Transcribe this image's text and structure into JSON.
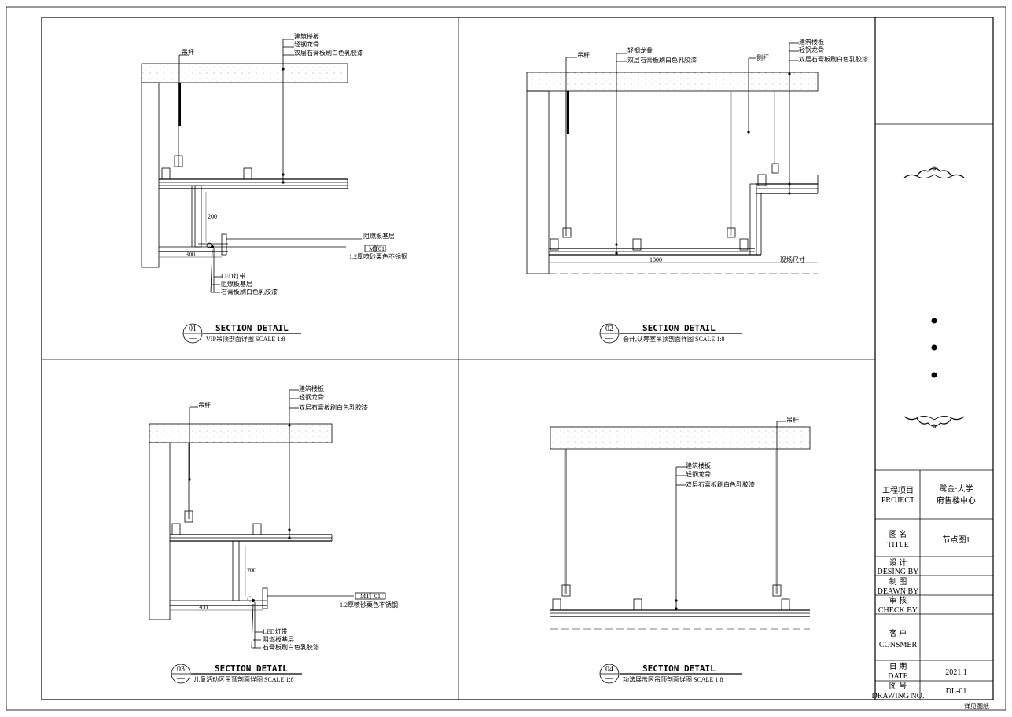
{
  "sheet": {
    "footer_note": "详见图纸"
  },
  "title_block": {
    "project_label_cn": "工程项目",
    "project_label_en": "PROJECT",
    "project_value_line1": "鹭金·大学",
    "project_value_line2": "府售楼中心",
    "title_label_cn": "图 名",
    "title_label_en": "TITLE",
    "title_value": "节点图1",
    "design_label_cn": "设 计",
    "design_label_en": "DESING BY",
    "drawn_label_cn": "制 图",
    "drawn_label_en": "DEAWN BY",
    "check_label_cn": "审 核",
    "check_label_en": "CHECK BY",
    "client_label_cn": "客 户",
    "client_label_en": "CONSMER",
    "date_label_cn": "日 期",
    "date_label_en": "DATE",
    "date_value": "2021.1",
    "drawing_no_label_cn": "图 号",
    "drawing_no_label_en": "DRAWING NO.",
    "drawing_no_value": "DL-01"
  },
  "details": [
    {
      "number": "01",
      "sub": "—",
      "heading": "SECTION DETAIL",
      "caption": "VIP吊顶剖面详图  SCALE 1:8",
      "labels": {
        "rod": "吊杆",
        "slab": "建筑楼板",
        "keel": "轻钢龙骨",
        "gypsum_double": "双层石膏板刷白色乳胶漆",
        "fire_board_layer": "阻燃板基层",
        "mt_code": "MT",
        "mt_num": "01",
        "steel": "1.2厚喷砂栗色不锈钢",
        "led": "LED灯带",
        "fire_base": "阻燃板基层",
        "gypsum_paint": "石膏板刷白色乳胶漆"
      }
    },
    {
      "number": "02",
      "sub": "—",
      "heading": "SECTION DETAIL",
      "caption": "会计,认筹室吊顶剖面详图  SCALE 1:8",
      "labels": {
        "rod": "吊杆",
        "keel": "轻钢龙骨",
        "gypsum_double": "双层石膏板刷白色乳胶漆",
        "side_rod": "侧杆",
        "slab": "建筑楼板",
        "keel2": "轻钢龙骨",
        "gypsum_double2": "双层石膏板刷白色乳胶漆"
      }
    },
    {
      "number": "03",
      "sub": "—",
      "heading": "SECTION DETAIL",
      "caption": "儿童活动区吊顶剖面详图  SCALE 1:8",
      "labels": {
        "rod": "吊杆",
        "slab": "建筑楼板",
        "keel": "轻钢龙骨",
        "gypsum_double": "双层石膏板刷白色乳胶漆",
        "mt_code": "MT",
        "mt_num": "01",
        "steel": "1.2厚喷砂栗色不锈钢",
        "led": "LED灯带",
        "fire_base": "阻燃板基层",
        "gypsum_paint": "石膏板刷白色乳胶漆"
      }
    },
    {
      "number": "04",
      "sub": "—",
      "heading": "SECTION DETAIL",
      "caption": "功法展示区吊顶剖面详图  SCALE 1:8",
      "labels": {
        "rod": "吊杆",
        "slab": "建筑楼板",
        "keel": "轻钢龙骨",
        "gypsum_double": "双层石膏板刷白色乳胶漆"
      }
    }
  ]
}
